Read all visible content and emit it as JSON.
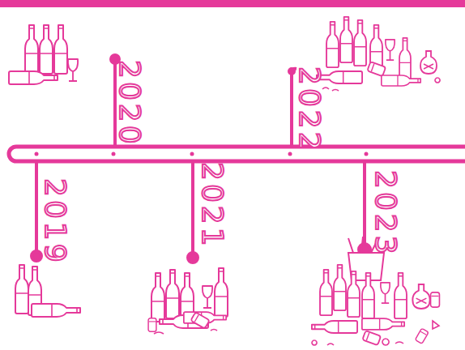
{
  "diagram": {
    "labels": [
      "2019",
      "2020",
      "2021",
      "2022",
      "2023"
    ]
  }
}
